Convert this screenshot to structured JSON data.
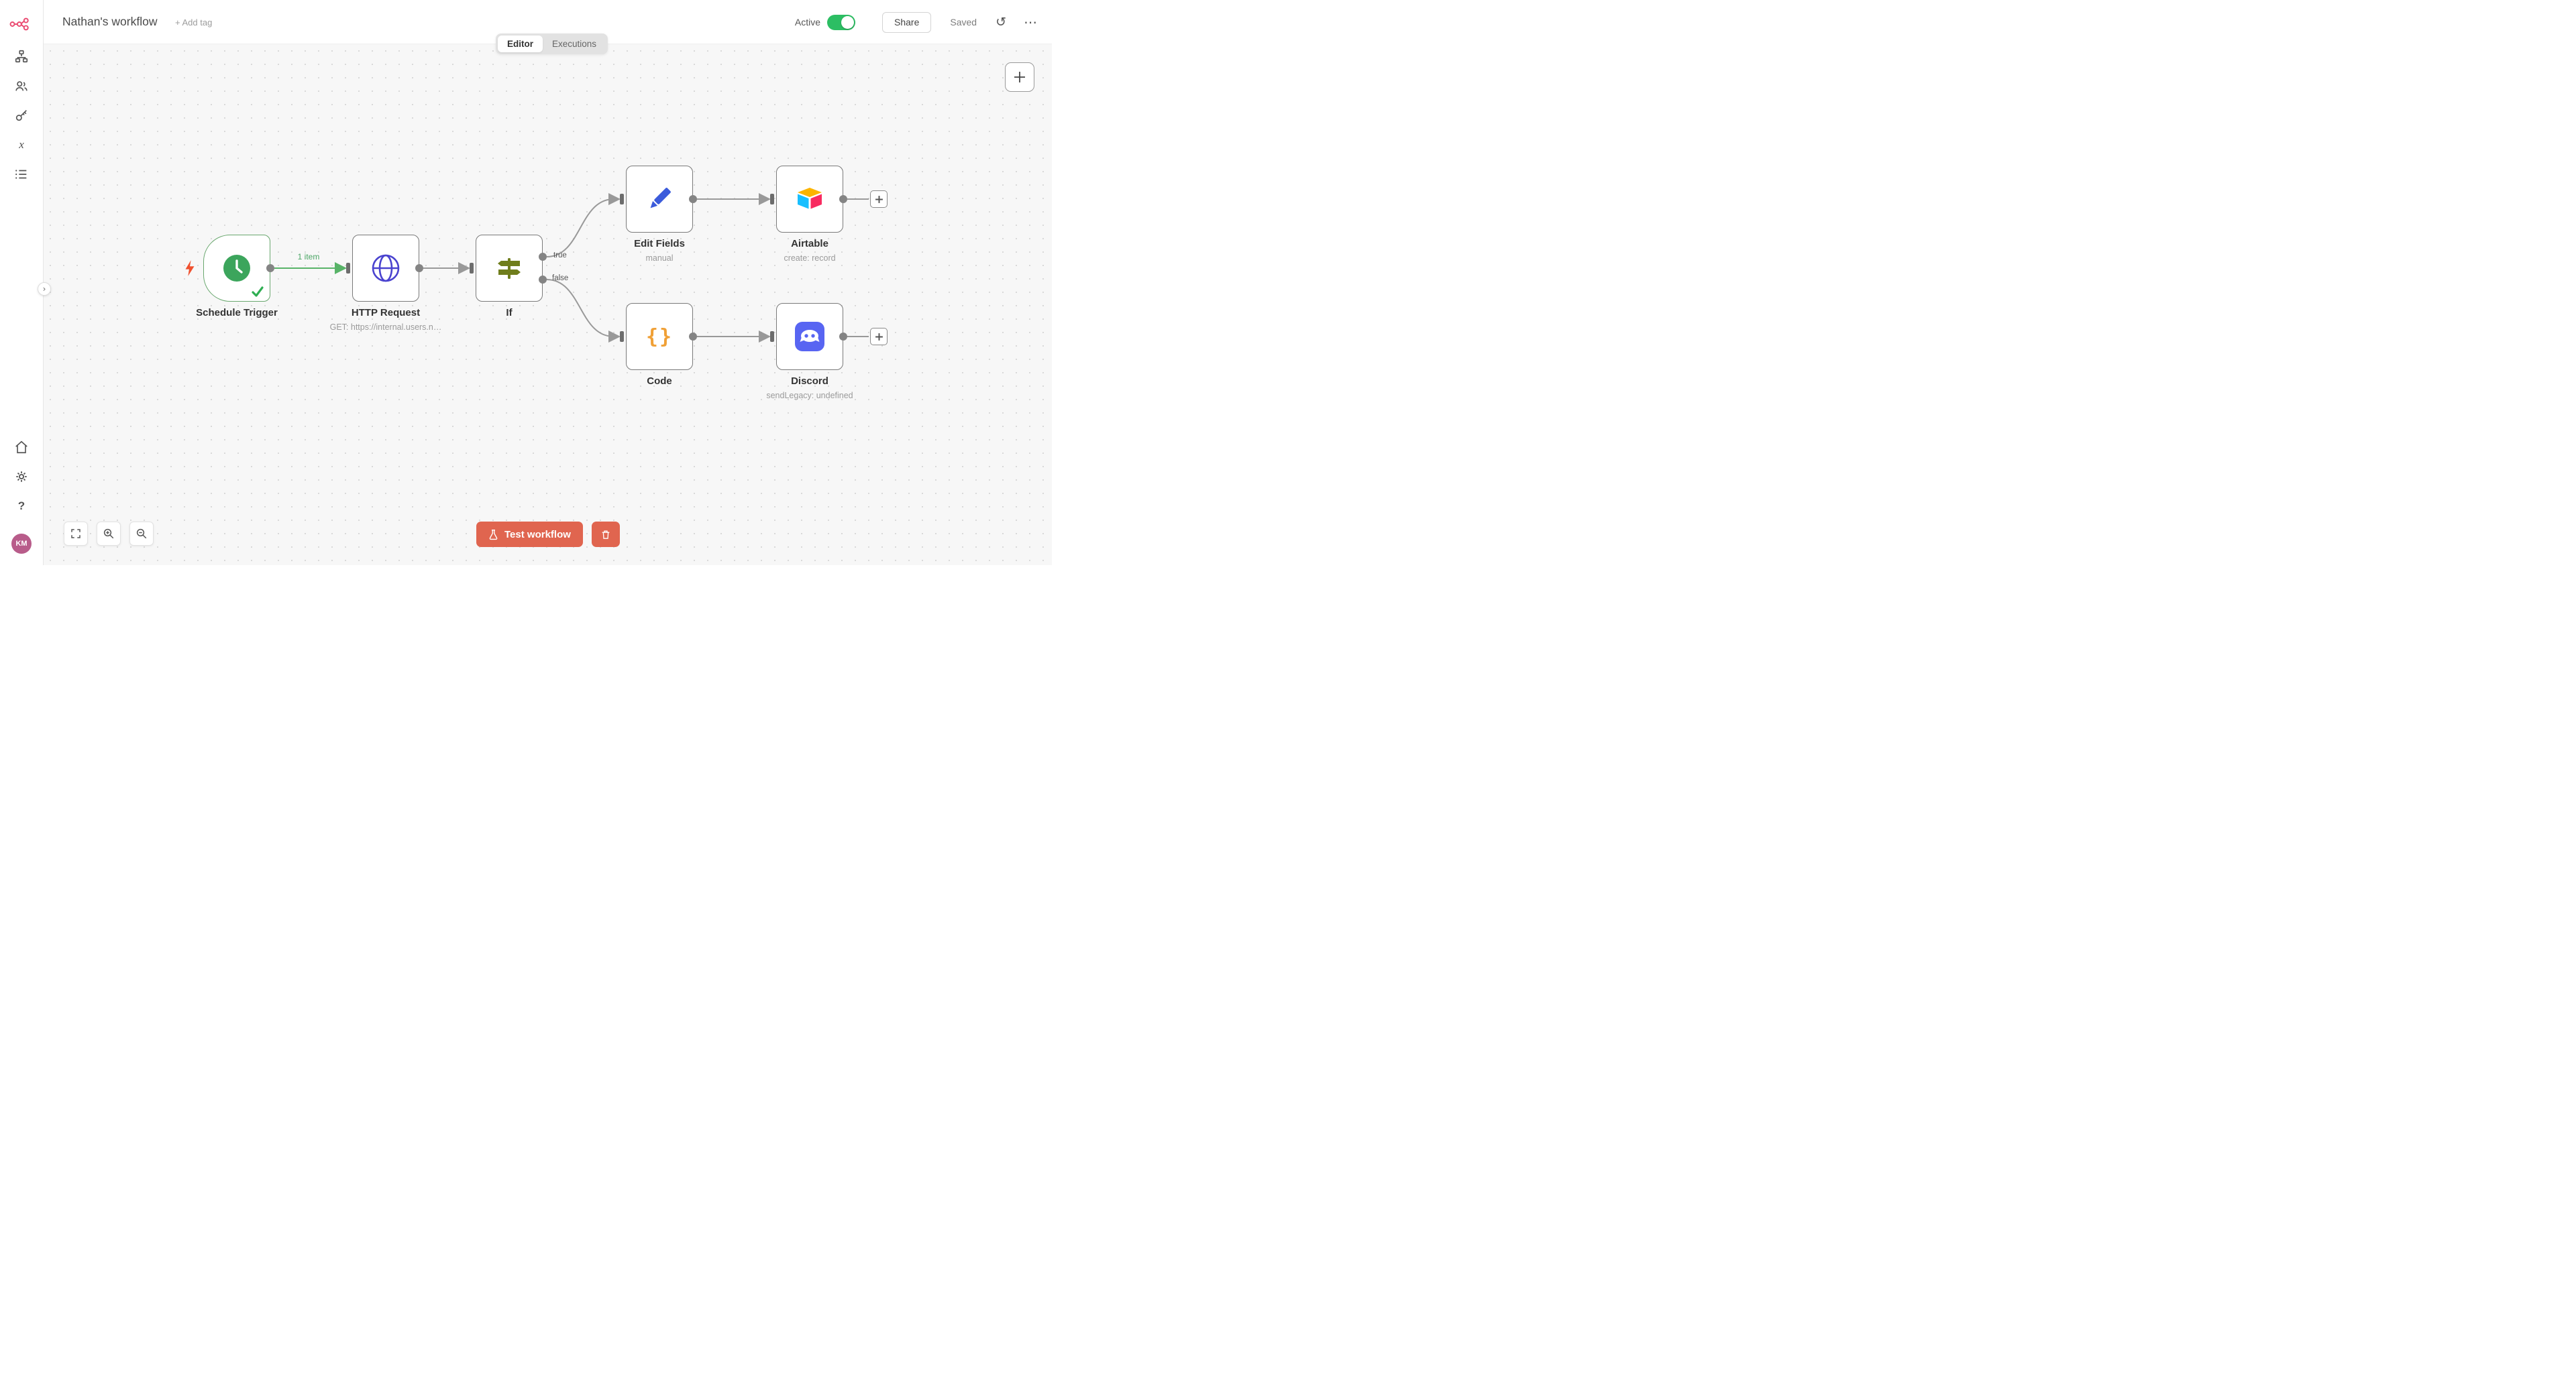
{
  "header": {
    "title": "Nathan's workflow",
    "add_tag_label": "+ Add tag",
    "tabs": {
      "editor": "Editor",
      "executions": "Executions"
    },
    "active_label": "Active",
    "share_label": "Share",
    "saved_label": "Saved"
  },
  "sidebar": {
    "avatar_initials": "KM"
  },
  "icons": {
    "more_glyph": "⋯",
    "help_glyph": "?",
    "history_glyph": "↺",
    "chevron_glyph": "›",
    "variables_glyph": "x"
  },
  "canvas": {
    "nodes": {
      "schedule": {
        "label": "Schedule Trigger"
      },
      "http": {
        "label": "HTTP Request",
        "subtitle": "GET: https://internal.users.n…"
      },
      "if": {
        "label": "If"
      },
      "edit_fields": {
        "label": "Edit Fields",
        "subtitle": "manual"
      },
      "airtable": {
        "label": "Airtable",
        "subtitle": "create: record"
      },
      "code": {
        "label": "Code",
        "icon_text": "{}"
      },
      "discord": {
        "label": "Discord",
        "subtitle": "sendLegacy: undefined"
      }
    },
    "connections": {
      "items_label": "1 item",
      "true_label": "true",
      "false_label": "false"
    },
    "controls": {
      "test_button": "Test workflow"
    }
  },
  "colors": {
    "brand": "#EA4B71",
    "success_wire": "#58b368",
    "primary_button": "#e0654f",
    "toggle_on": "#2cbe63",
    "discord": "#5865F2",
    "airtable_yellow": "#FCB400",
    "airtable_blue": "#18BFFF",
    "airtable_red": "#F82B60"
  }
}
